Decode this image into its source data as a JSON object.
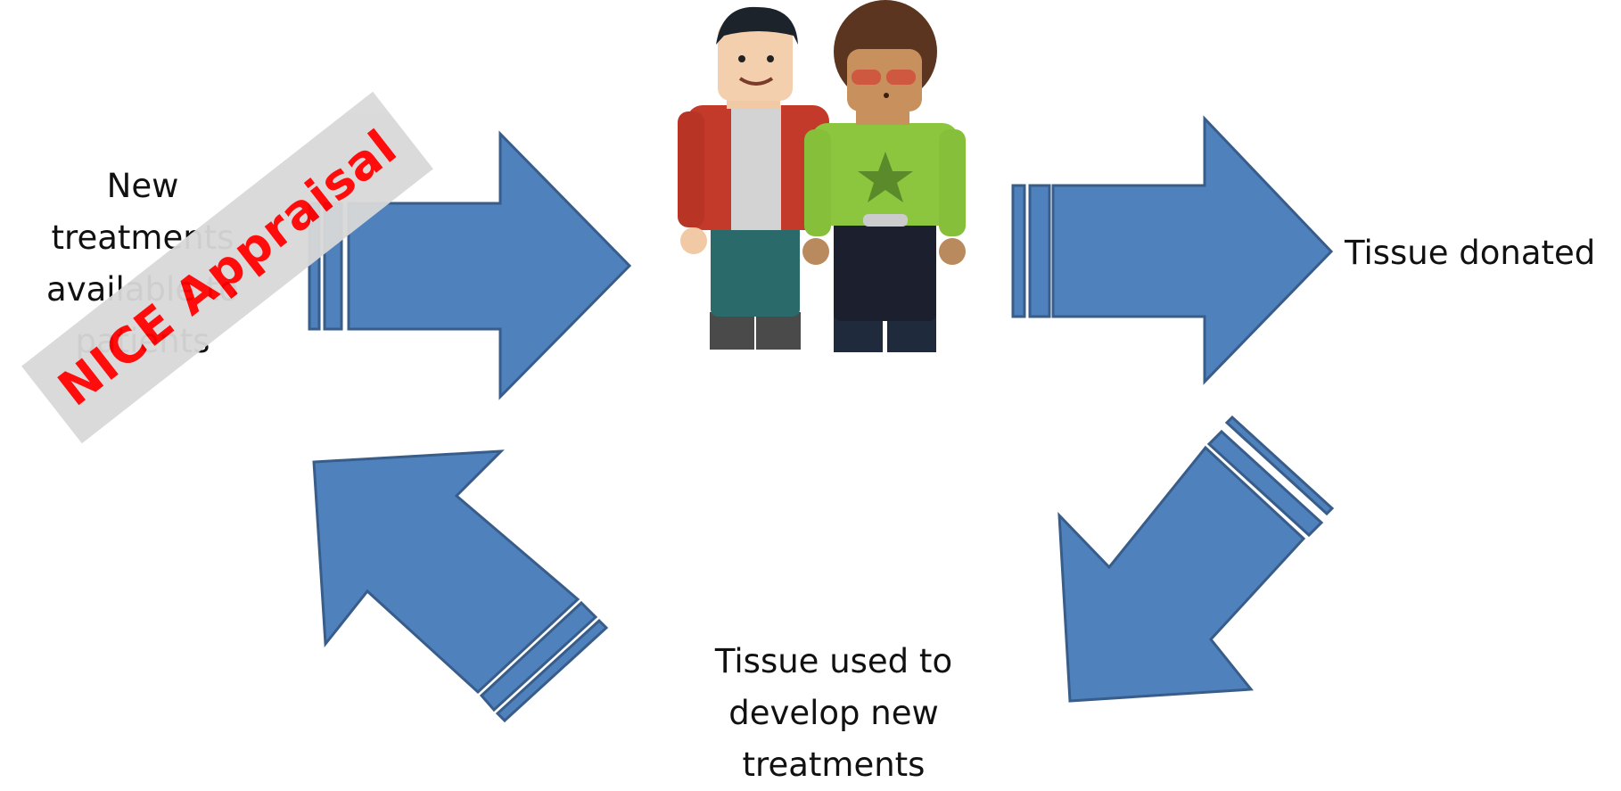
{
  "cycle": {
    "new_treatments": [
      "New",
      "treatments",
      "available to",
      "patients"
    ],
    "tissue_donated": "Tissue donated",
    "tissue_used": [
      "Tissue used to",
      "develop new",
      "treatments"
    ]
  },
  "stamp": {
    "text": "NICE Appraisal",
    "text_color": "#ff0000",
    "background": "#d9d9d9"
  },
  "colors": {
    "arrow_fill": "#4f81bd",
    "arrow_stroke": "#385d8a"
  },
  "illustration": {
    "figures": [
      "man-red-jacket",
      "man-green-shirt-afro"
    ]
  }
}
